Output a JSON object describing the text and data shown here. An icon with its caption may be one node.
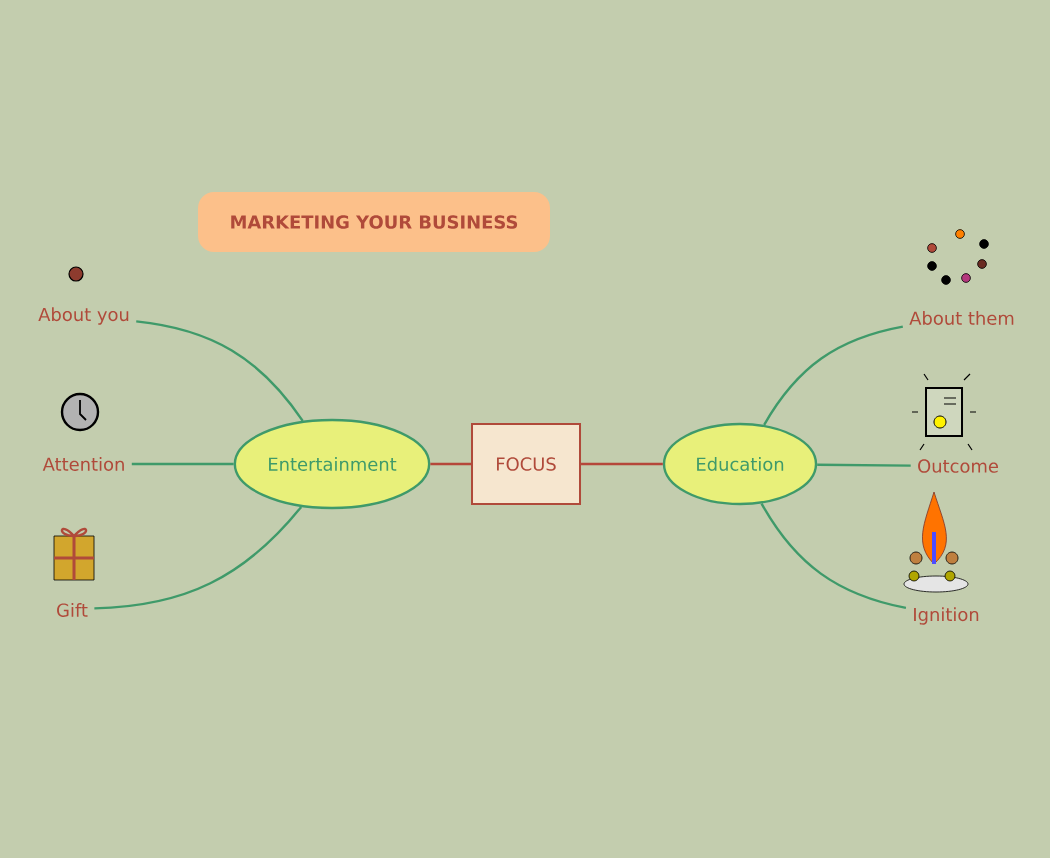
{
  "diagram": {
    "title": "MARKETING YOUR BUSINESS",
    "nodes": [
      {
        "text": [
          "FOCUS"
        ]
      },
      {
        "text": [
          "Entertainment"
        ]
      },
      {
        "text": [
          "Education"
        ]
      },
      {
        "text": [
          "About you"
        ]
      },
      {
        "text": [
          "Attention"
        ]
      },
      {
        "text": [
          "Gift"
        ]
      },
      {
        "text": [
          "About them"
        ]
      },
      {
        "text": [
          "Outcome"
        ]
      },
      {
        "text": [
          "Ignition"
        ]
      }
    ],
    "edges": [
      {
        "from": 1,
        "to": 0,
        "arrow": "none",
        "color": "#b5473a"
      },
      {
        "from": 0,
        "to": 2,
        "arrow": "none",
        "color": "#b5473a"
      },
      {
        "from": 3,
        "to": 1,
        "arrow": "none"
      },
      {
        "from": 4,
        "to": 1,
        "arrow": "none"
      },
      {
        "from": 5,
        "to": 1,
        "arrow": "none"
      },
      {
        "from": 2,
        "to": 6,
        "arrow": "none"
      },
      {
        "from": 2,
        "to": 7,
        "arrow": "none"
      },
      {
        "from": 2,
        "to": 8,
        "arrow": "none"
      }
    ]
  }
}
